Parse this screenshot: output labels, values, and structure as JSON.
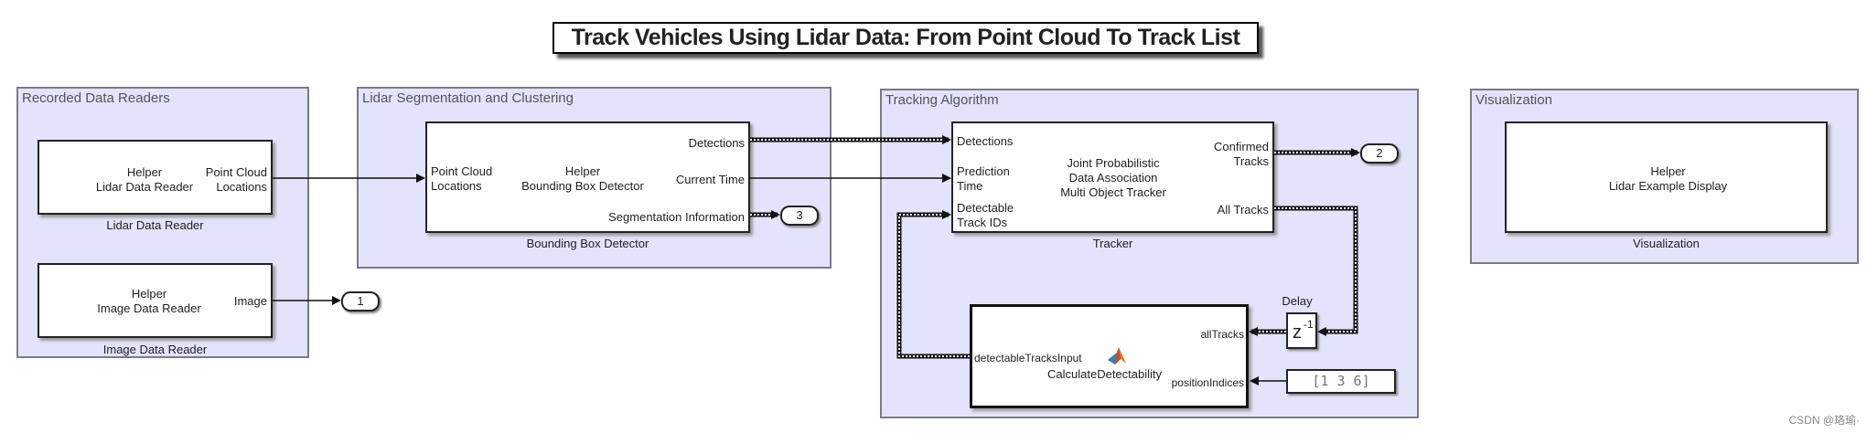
{
  "title": "Track Vehicles Using Lidar Data: From Point Cloud To Track List",
  "areas": {
    "recorded": "Recorded Data Readers",
    "segmentation": "Lidar Segmentation and Clustering",
    "tracking": "Tracking Algorithm",
    "visualization": "Visualization"
  },
  "blocks": {
    "lidar_reader": {
      "name_line1": "Helper",
      "name_line2": "Lidar Data Reader",
      "out_port_line1": "Point Cloud",
      "out_port_line2": "Locations",
      "caption": "Lidar Data Reader"
    },
    "image_reader": {
      "name_line1": "Helper",
      "name_line2": "Image Data Reader",
      "out_port": "Image",
      "caption": "Image Data Reader"
    },
    "bbox_detector": {
      "in_port_line1": "Point Cloud",
      "in_port_line2": "Locations",
      "name_line1": "Helper",
      "name_line2": "Bounding Box Detector",
      "out_detections": "Detections",
      "out_time": "Current Time",
      "out_seg": "Segmentation Information",
      "caption": "Bounding Box Detector"
    },
    "tracker": {
      "in_detections": "Detections",
      "in_pred_line1": "Prediction",
      "in_pred_line2": "Time",
      "in_detect_line1": "Detectable",
      "in_detect_line2": "Track IDs",
      "name_line1": "Joint Probabilistic",
      "name_line2": "Data Association",
      "name_line3": "Multi Object Tracker",
      "out_confirmed_line1": "Confirmed",
      "out_confirmed_line2": "Tracks",
      "out_all": "All Tracks",
      "caption": "Tracker"
    },
    "calc_detectability": {
      "in_detectable": "detectableTracksInput",
      "in_all": "allTracks",
      "in_pos": "positionIndices",
      "name": "CalculateDetectability"
    },
    "delay": {
      "caption": "Delay",
      "symbol": "z",
      "exponent": "-1"
    },
    "constant": {
      "value": "[1 3 6]"
    },
    "visualization": {
      "name_line1": "Helper",
      "name_line2": "Lidar Example Display",
      "caption": "Visualization"
    }
  },
  "outports": {
    "image": "1",
    "confirmed_tracks": "2",
    "segmentation": "3"
  },
  "icons": {
    "matlab_function": "matlab-logo-icon"
  },
  "colors": {
    "area_fill": "#e3e3fb",
    "area_border": "#7a7a88",
    "block_border": "#222222"
  },
  "watermark": "CSDN @珞瑜·"
}
